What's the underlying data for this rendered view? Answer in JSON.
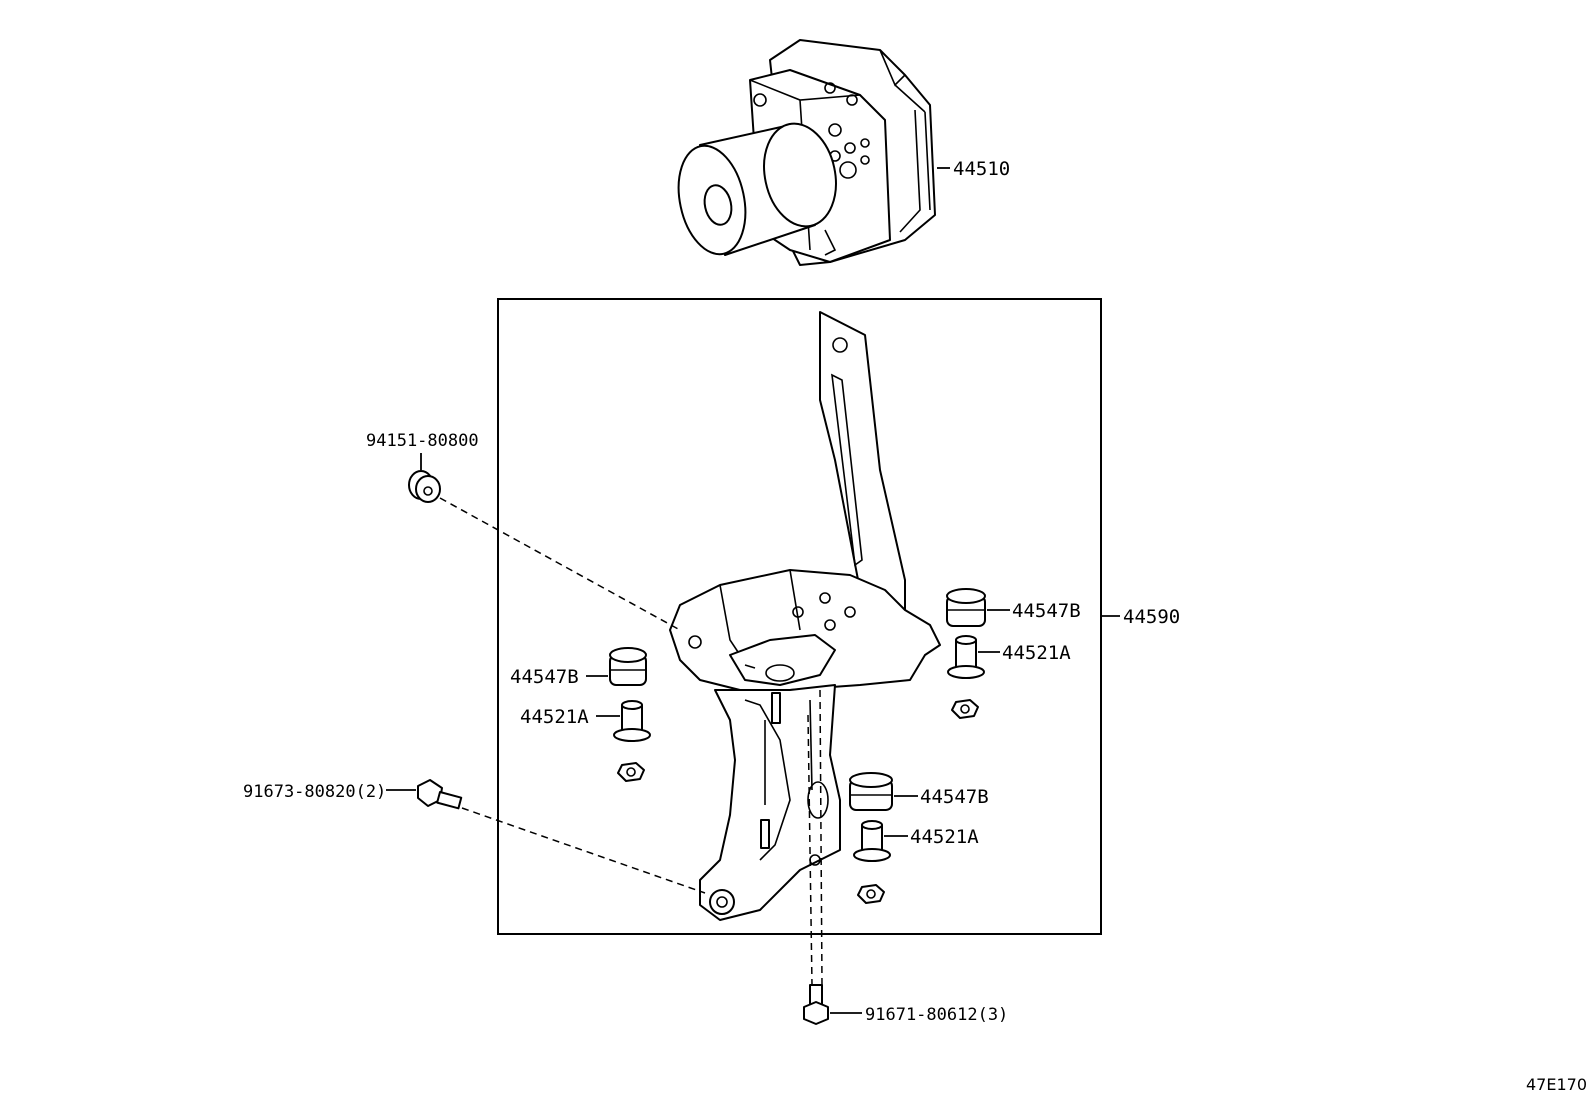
{
  "figure_id": "47E170",
  "callouts": {
    "actuator": "44510",
    "bracket_assy": "44590",
    "grommet_top": "94151-80800",
    "cushion_right": "44547B",
    "collar_right": "44521A",
    "cushion_left": "44547B",
    "collar_left": "44521A",
    "cushion_lower": "44547B",
    "collar_lower": "44521A",
    "bolt_left": "91673-80820(2)",
    "bolt_bottom": "91671-80612(3)"
  }
}
